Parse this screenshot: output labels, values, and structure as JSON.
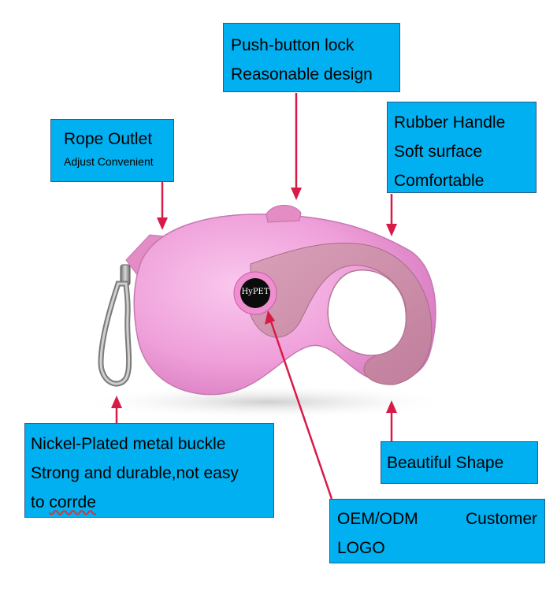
{
  "callouts": {
    "lock": {
      "line1": "Push-button lock",
      "line2": "Reasonable design"
    },
    "rope": {
      "line1": "Rope Outlet",
      "line2": "Adjust Convenient"
    },
    "handle": {
      "line1": "Rubber Handle",
      "line2": "Soft surface",
      "line3": "Comfortable"
    },
    "buckle": {
      "line1": "Nickel-Plated metal buckle",
      "line2": "Strong and durable,not easy",
      "line3_a": "to ",
      "line3_b": "corrde"
    },
    "shape": {
      "line1": "Beautiful Shape"
    },
    "oem": {
      "word1": "OEM/ODM",
      "word2": "Customer",
      "line2": "LOGO"
    }
  },
  "product": {
    "logo_text": "HyPET"
  },
  "colors": {
    "callout_bg": "#00b0f0",
    "arrow": "#d81b46",
    "leash_body": "#f2a6dc",
    "leash_grip": "#d38fae"
  }
}
